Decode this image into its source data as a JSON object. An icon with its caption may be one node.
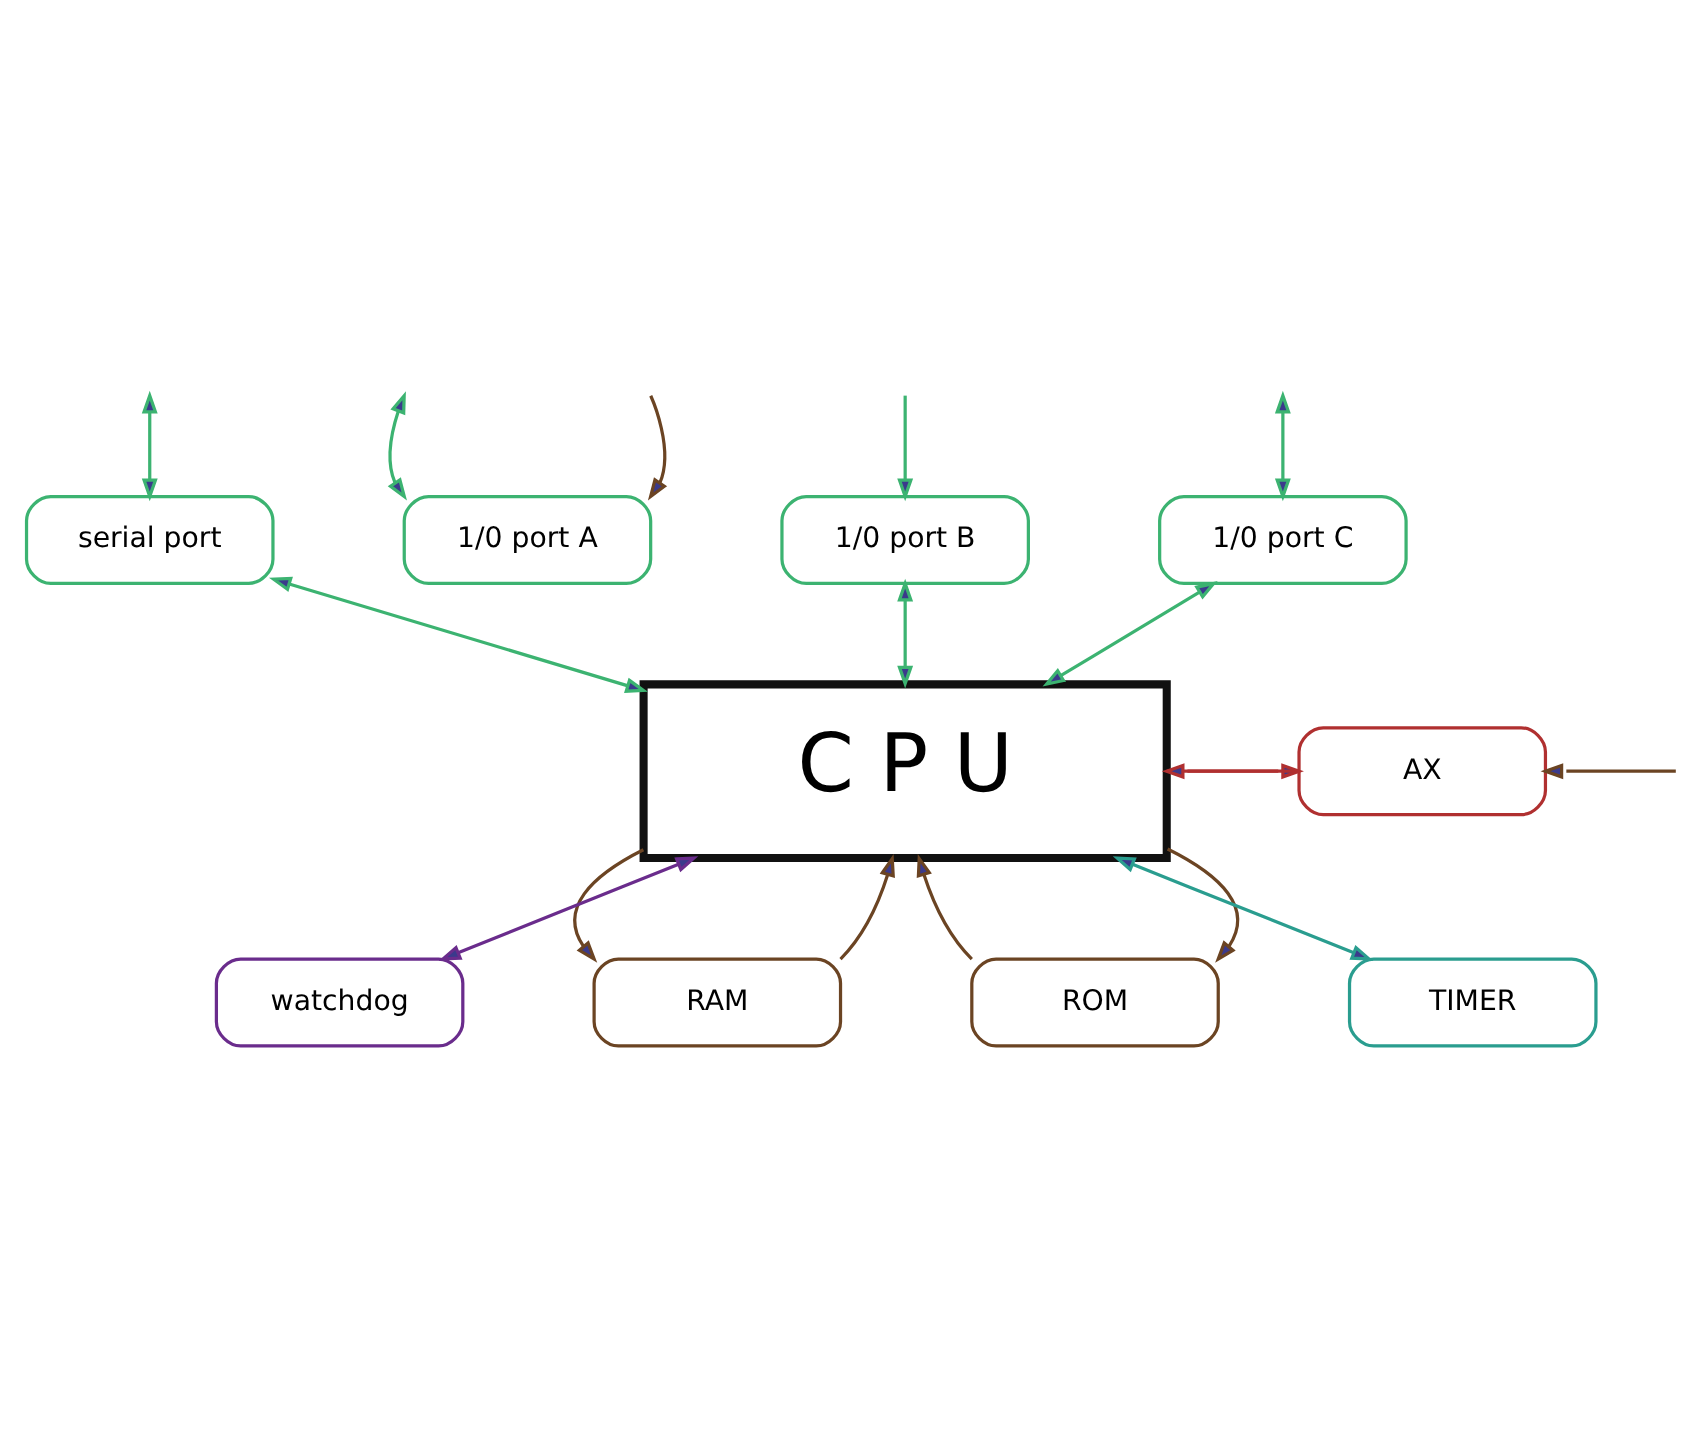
{
  "diagram": {
    "nodes": [
      {
        "text": [
          "1/0 port B"
        ]
      },
      {
        "text": [
          "1/0 port A"
        ]
      },
      {
        "text": [
          "1/0 port C"
        ]
      },
      {
        "text": [
          "serial port"
        ]
      },
      {
        "text": [
          "C P U"
        ]
      },
      {
        "text": [
          "AX"
        ]
      },
      {
        "text": [
          "RAM"
        ]
      },
      {
        "text": [
          "ROM"
        ]
      },
      {
        "text": [
          "TIMER"
        ]
      },
      {
        "text": [
          "watchdog"
        ]
      }
    ],
    "edges": [
      {
        "from": null,
        "to": 0,
        "arrow": "to"
      },
      {
        "from": 0,
        "to": 4,
        "arrow": "both"
      },
      {
        "from": null,
        "to": 1,
        "arrow": "to",
        "color": "#6b4423"
      },
      {
        "from": null,
        "to": 1,
        "arrow": "both"
      },
      {
        "from": null,
        "to": 2,
        "arrow": "both"
      },
      {
        "from": 2,
        "to": 4,
        "arrow": "both"
      },
      {
        "from": null,
        "to": 3,
        "arrow": "both"
      },
      {
        "from": 3,
        "to": 4,
        "arrow": "both"
      },
      {
        "from": 4,
        "to": 5,
        "arrow": "to",
        "color": "#b03030"
      },
      {
        "from": 5,
        "to": 4,
        "arrow": "to",
        "color": "#b03030"
      },
      {
        "from": null,
        "to": 5,
        "arrow": "to",
        "color": "#6b4423"
      },
      {
        "from": 9,
        "to": 4,
        "arrow": "both",
        "color": "#6a2c8c"
      },
      {
        "from": 4,
        "to": 6,
        "arrow": "to",
        "color": "#6b4423"
      },
      {
        "from": 6,
        "to": 4,
        "arrow": "to",
        "color": "#6b4423"
      },
      {
        "from": 4,
        "to": 7,
        "arrow": "to",
        "color": "#6b4423"
      },
      {
        "from": 7,
        "to": 4,
        "arrow": "to",
        "color": "#6b4423"
      },
      {
        "from": 8,
        "to": 4,
        "arrow": "both",
        "color": "#2a9d8f"
      }
    ]
  }
}
